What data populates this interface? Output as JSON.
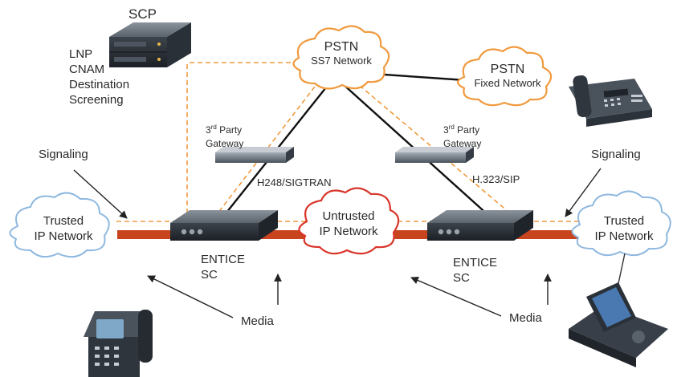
{
  "scp": {
    "title": "SCP",
    "services": [
      "LNP",
      "CNAM",
      "Destination",
      "Screening"
    ]
  },
  "clouds": {
    "pstn_ss7": {
      "title": "PSTN",
      "subtitle": "SS7 Network"
    },
    "pstn_fixed": {
      "title": "PSTN",
      "subtitle": "Fixed Network"
    },
    "trusted_left": {
      "line1": "Trusted",
      "line2": "IP Network"
    },
    "untrusted": {
      "line1": "Untrusted",
      "line2": "IP Network"
    },
    "trusted_right": {
      "line1": "Trusted",
      "line2": "IP Network"
    }
  },
  "gateways": {
    "left": {
      "sup": "rd",
      "num": "3",
      "line1_rest": " Party",
      "line2": "Gateway"
    },
    "right": {
      "sup": "rd",
      "num": "3",
      "line1_rest": " Party",
      "line2": "Gateway"
    }
  },
  "protocols": {
    "left": "H248/SIGTRAN",
    "right": "H.323/SIP"
  },
  "session_controllers": {
    "left": {
      "line1": "ENTICE",
      "line2": "SC"
    },
    "right": {
      "line1": "ENTICE",
      "line2": "SC"
    }
  },
  "flow_labels": {
    "signaling_left": "Signaling",
    "signaling_right": "Signaling",
    "media_left": "Media",
    "media_right": "Media"
  },
  "colors": {
    "media_bar": "#c8441e",
    "signaling_dash": "#f09a3e",
    "trusted_cloud": "#8fb8e0",
    "untrusted_cloud": "#d9352a",
    "pstn_cloud": "#f09a3e",
    "device": "#3e4650"
  }
}
